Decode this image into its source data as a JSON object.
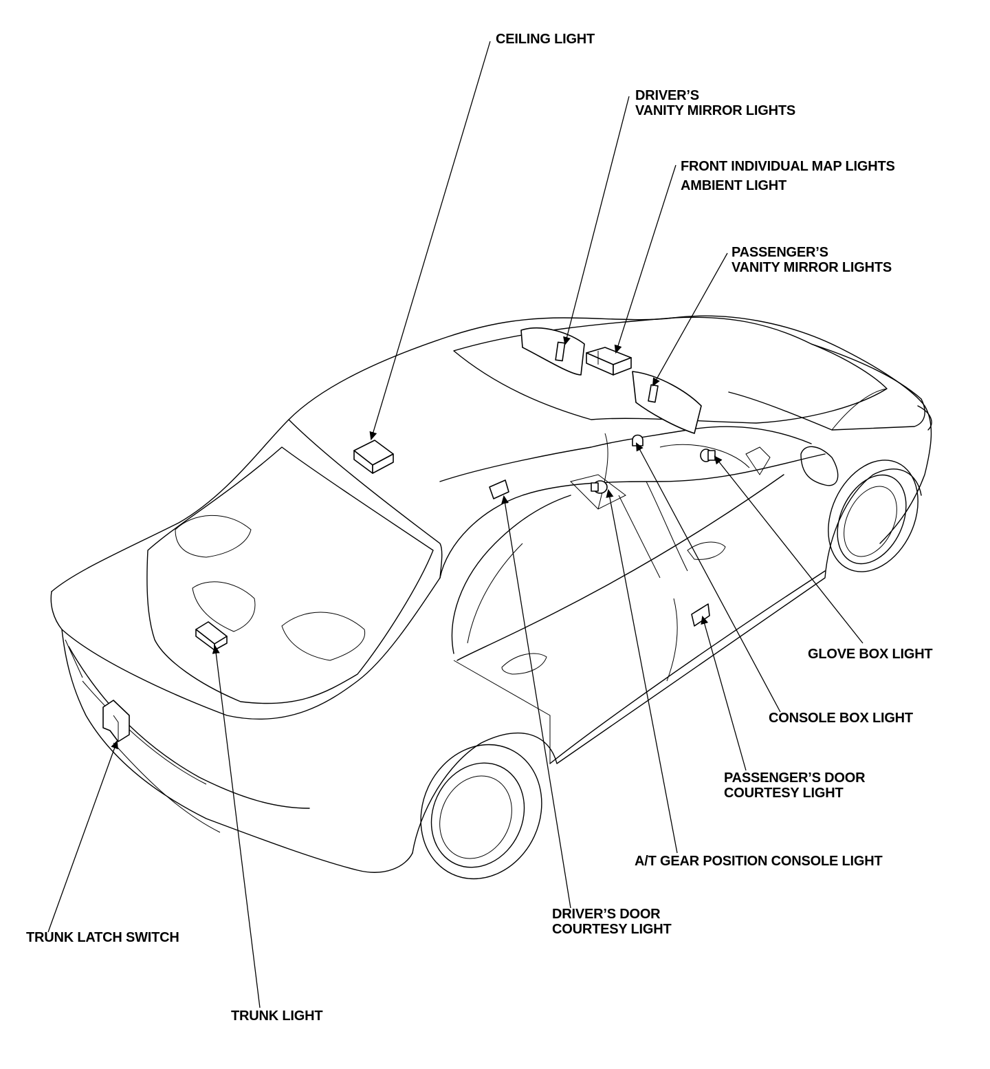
{
  "labels": {
    "ceiling_light": "CEILING LIGHT",
    "drivers_vanity_line1": "DRIVER’S",
    "drivers_vanity_line2": "VANITY MIRROR LIGHTS",
    "front_map_lights": "FRONT INDIVIDUAL MAP LIGHTS",
    "ambient_light": "AMBIENT LIGHT",
    "passengers_vanity_line1": "PASSENGER’S",
    "passengers_vanity_line2": "VANITY MIRROR LIGHTS",
    "glove_box_light": "GLOVE BOX LIGHT",
    "console_box_light": "CONSOLE BOX LIGHT",
    "passengers_door_line1": "PASSENGER’S DOOR",
    "passengers_door_line2": "COURTESY LIGHT",
    "at_gear_light": "A/T GEAR POSITION CONSOLE LIGHT",
    "drivers_door_line1": "DRIVER’S DOOR",
    "drivers_door_line2": "COURTESY LIGHT",
    "trunk_latch_switch": "TRUNK LATCH SWITCH",
    "trunk_light": "TRUNK LIGHT"
  },
  "colors": {
    "ink": "#000000",
    "paper": "#ffffff"
  }
}
